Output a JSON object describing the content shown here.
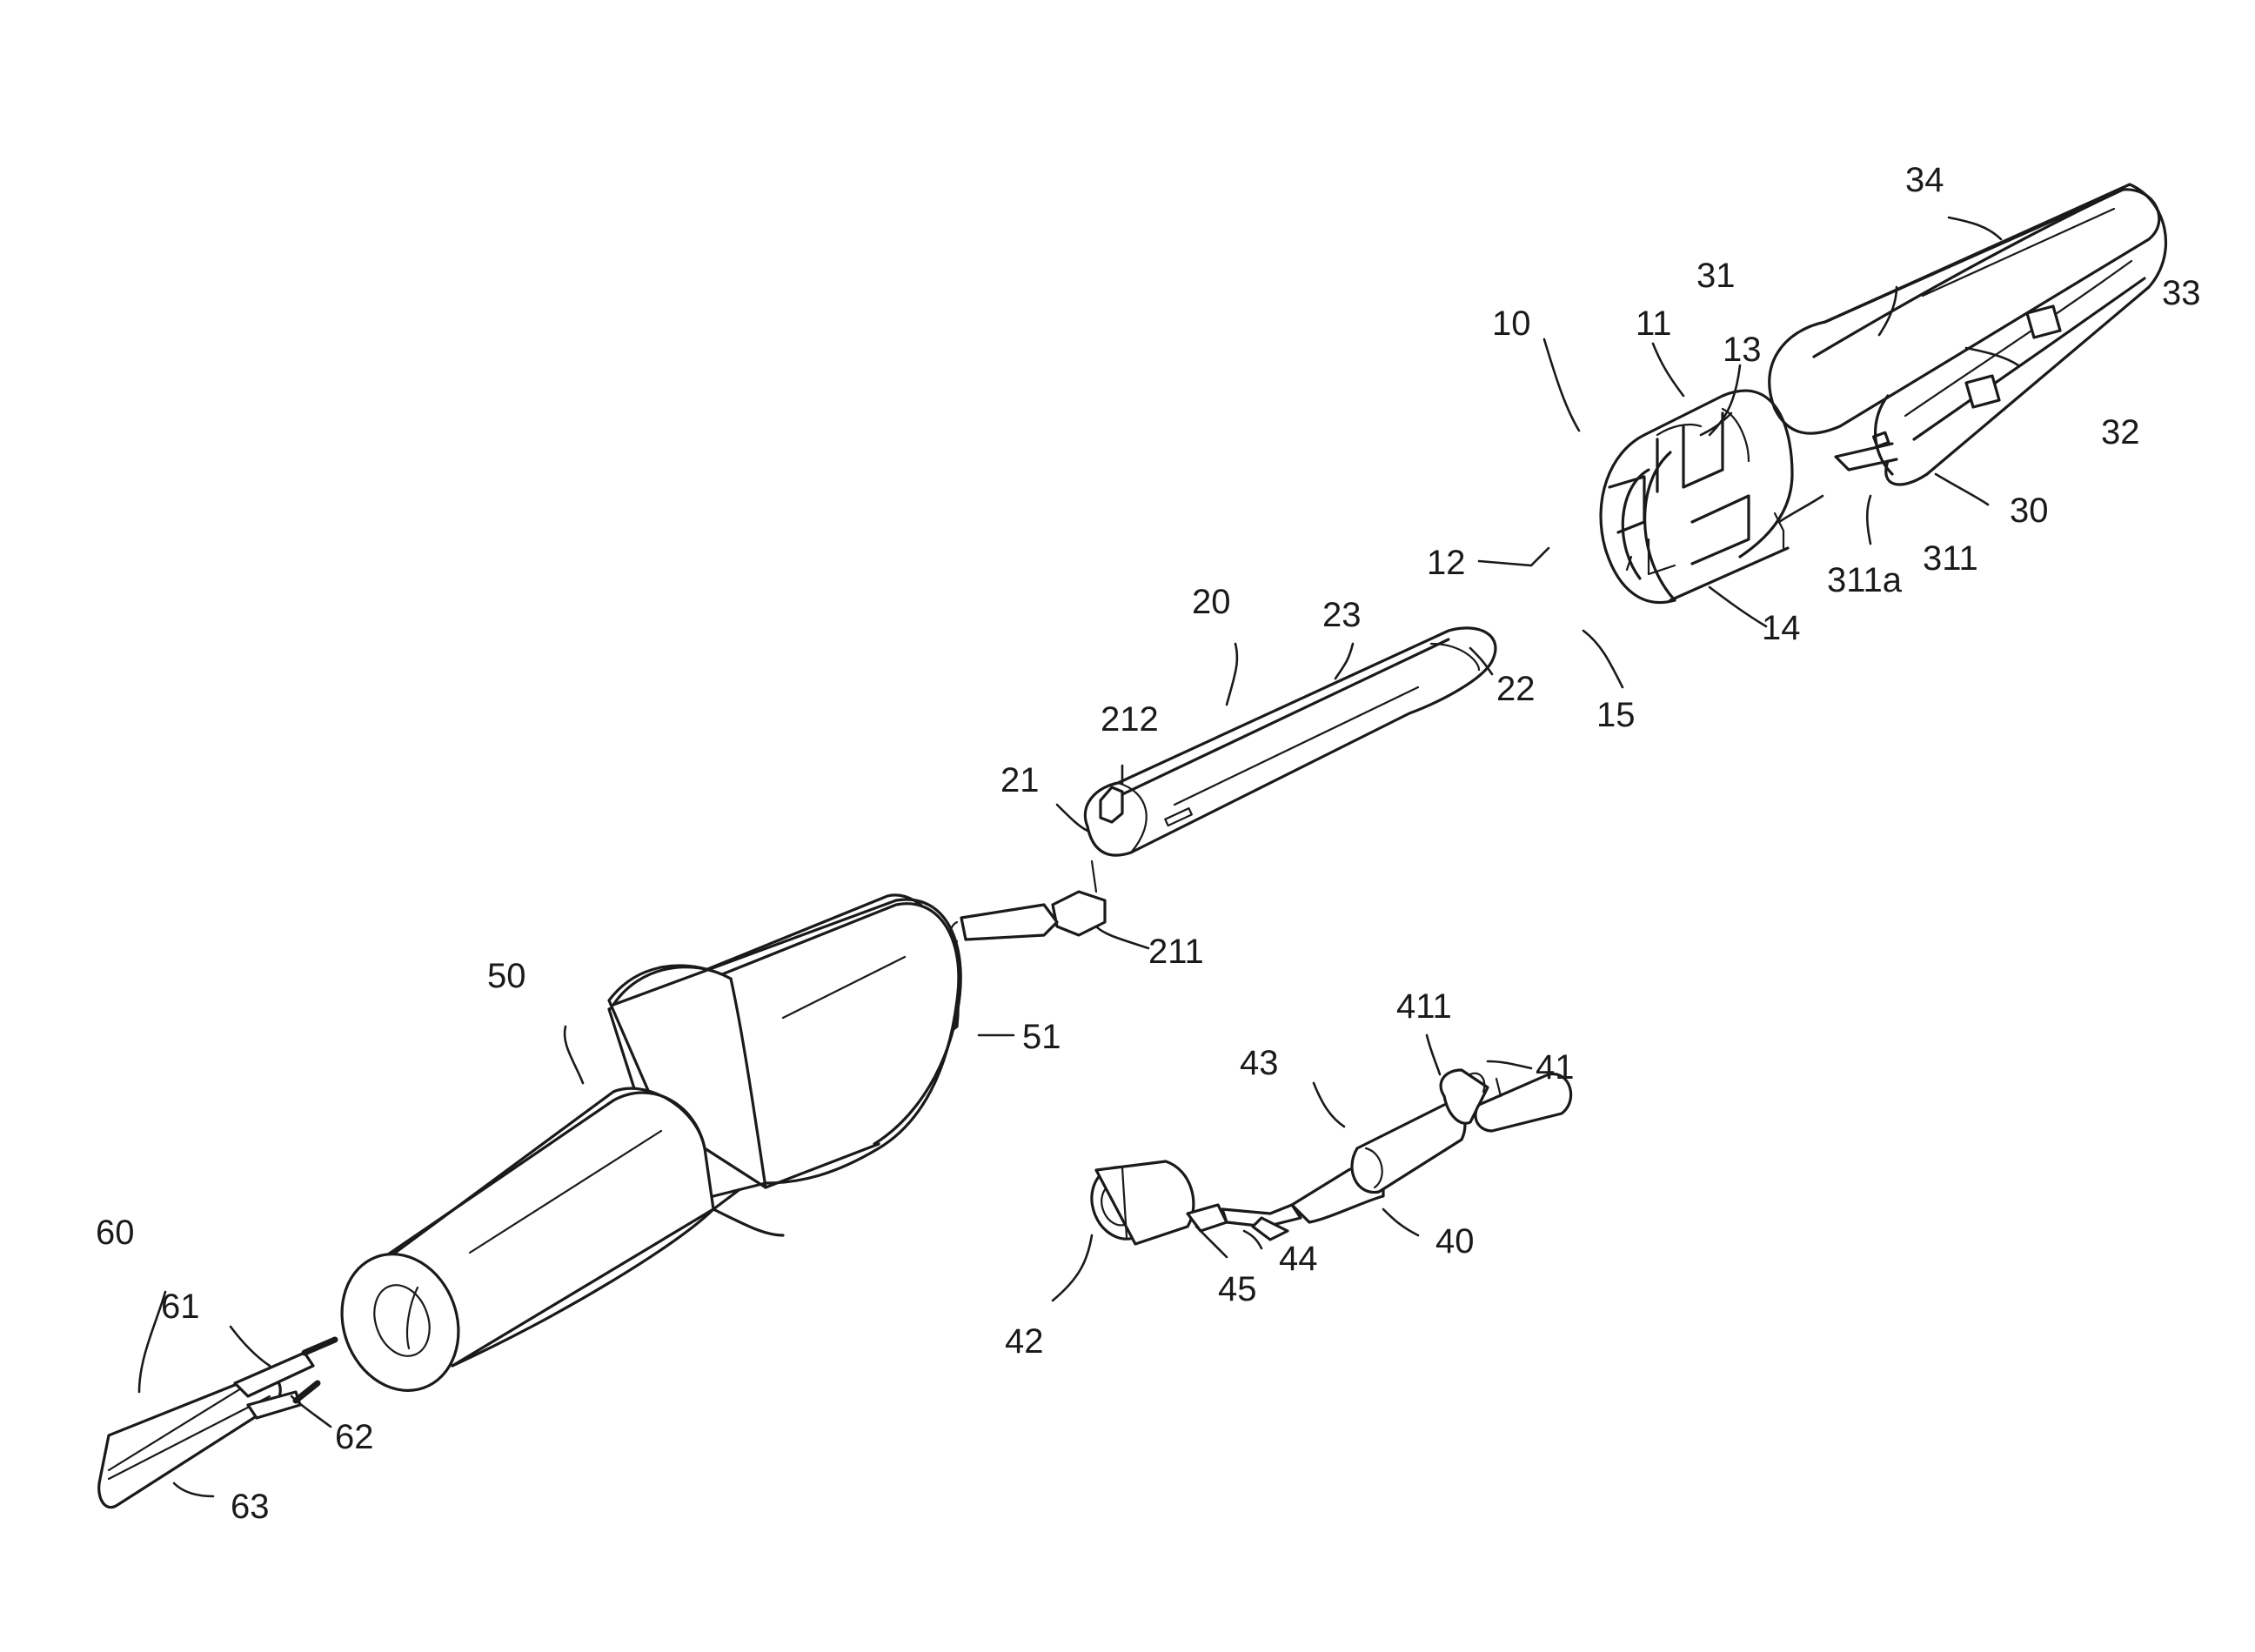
{
  "labels": {
    "l10": "10",
    "l11": "11",
    "l12": "12",
    "l13": "13",
    "l14": "14",
    "l15": "15",
    "l20": "20",
    "l21": "21",
    "l22": "22",
    "l23": "23",
    "l211": "211",
    "l212": "212",
    "l30": "30",
    "l31": "31",
    "l32": "32",
    "l33": "33",
    "l34": "34",
    "l311": "311",
    "l311a": "311a",
    "l40": "40",
    "l41": "41",
    "l42": "42",
    "l43": "43",
    "l44": "44",
    "l45": "45",
    "l411": "411",
    "l50": "50",
    "l51": "51",
    "l60": "60",
    "l61": "61",
    "l62": "62",
    "l63": "63"
  }
}
